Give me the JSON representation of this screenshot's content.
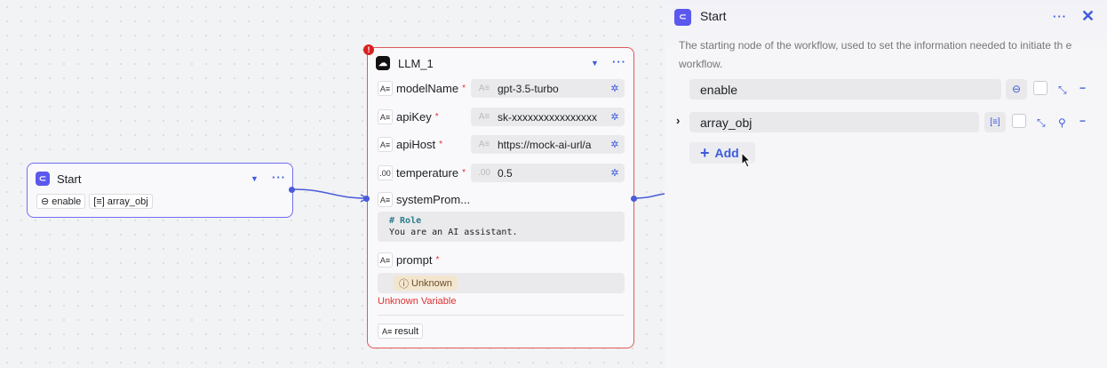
{
  "start_node": {
    "title": "Start",
    "outputs": [
      {
        "icon": "toggle-icon",
        "label": "enable"
      },
      {
        "icon": "array-icon",
        "label": "array_obj"
      }
    ]
  },
  "llm_node": {
    "title": "LLM_1",
    "error_badge": "!",
    "inputs": [
      {
        "name": "modelName",
        "required": "*",
        "type_icon": "A≡",
        "value": "gpt-3.5-turbo"
      },
      {
        "name": "apiKey",
        "required": "*",
        "type_icon": "A≡",
        "value": "sk-xxxxxxxxxxxxxxxx"
      },
      {
        "name": "apiHost",
        "required": "*",
        "type_icon": "A≡",
        "value": "https://mock-ai-url/a"
      },
      {
        "name": "temperature",
        "required": "*",
        "type_icon": ".00",
        "value": "0.5"
      }
    ],
    "system_prompt": {
      "name": "systemProm...",
      "line1": "# Role",
      "line2": "You are an AI assistant."
    },
    "prompt": {
      "name": "prompt",
      "required": "*",
      "chip": "Unknown",
      "error": "Unknown Variable"
    },
    "output": "result"
  },
  "panel": {
    "title": "Start",
    "description": "The starting node of the workflow, used to set the information needed to initiate th e workflow.",
    "fields": [
      {
        "name": "enable",
        "type": "boolean"
      },
      {
        "name": "array_obj",
        "type": "array"
      }
    ],
    "add_label": "Add"
  },
  "colors": {
    "accent": "#3b5bdb",
    "error": "#e03131",
    "node_border": "#6e6df0"
  }
}
